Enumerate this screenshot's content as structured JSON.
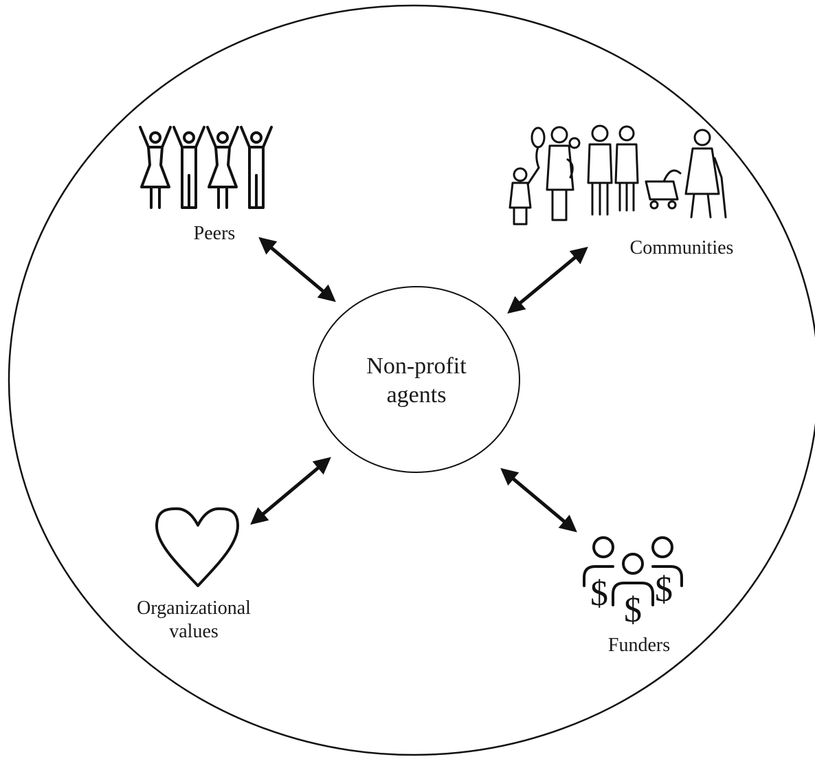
{
  "diagram": {
    "center": {
      "line1": "Non-profit",
      "line2": "agents"
    },
    "nodes": {
      "peers": {
        "label": "Peers",
        "icon": "peers-icon"
      },
      "communities": {
        "label": "Communities",
        "icon": "community-family-icon"
      },
      "organizational_values": {
        "line1": "Organizational",
        "line2": "values",
        "icon": "heart-icon"
      },
      "funders": {
        "label": "Funders",
        "icon": "funders-dollar-icon"
      }
    },
    "connector": "bidirectional-arrow"
  }
}
